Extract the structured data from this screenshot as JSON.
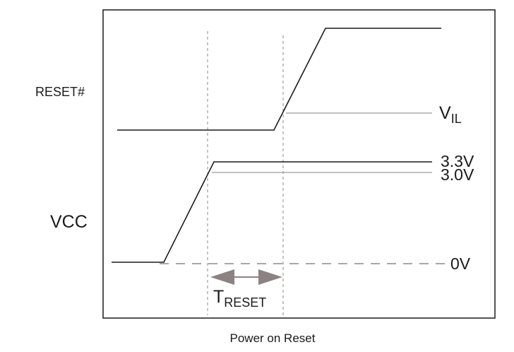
{
  "diagram": {
    "caption": "Power on Reset",
    "signals": {
      "reset": "RESET#",
      "vcc": "VCC"
    },
    "levels": {
      "vil_main": "V",
      "vil_sub": "IL",
      "v33": "3.3V",
      "v30": "3.0V",
      "v0": "0V"
    },
    "timing": {
      "treset_main": "T",
      "treset_sub": "RESET"
    },
    "colors": {
      "waveform": "#1a1a1a",
      "threshold": "#9a9a9a",
      "dashed": "#8a8a8a",
      "arrow": "#8c8281",
      "frame": "#1a1a1a"
    }
  }
}
